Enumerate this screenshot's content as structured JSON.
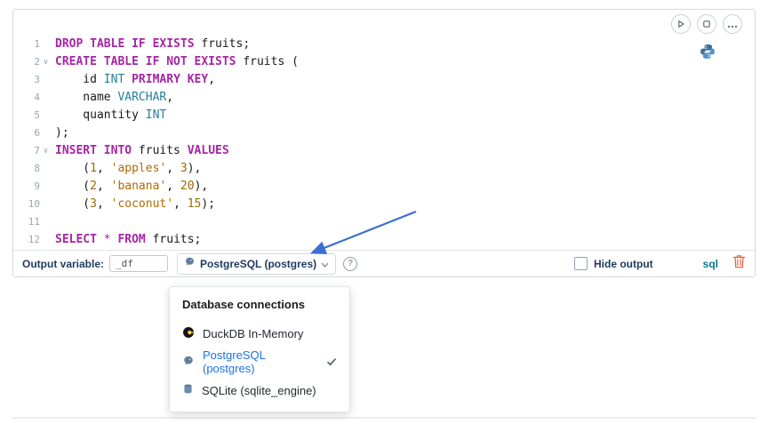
{
  "cell": {
    "buttons": [
      {
        "name": "run-button",
        "icon": "play-icon"
      },
      {
        "name": "interrupt-button",
        "icon": "stop-icon"
      },
      {
        "name": "more-actions-button",
        "icon": "ellipsis-icon"
      }
    ],
    "language_icon": "python-icon",
    "code_lines": [
      {
        "n": "1",
        "fold": false,
        "tokens": [
          {
            "t": "kw",
            "v": "DROP TABLE IF EXISTS"
          },
          {
            "t": "pl",
            "v": " fruits;"
          }
        ]
      },
      {
        "n": "2",
        "fold": true,
        "tokens": [
          {
            "t": "kw",
            "v": "CREATE TABLE IF NOT EXISTS"
          },
          {
            "t": "pl",
            "v": " fruits ("
          }
        ]
      },
      {
        "n": "3",
        "fold": false,
        "tokens": [
          {
            "t": "pl",
            "v": "    id "
          },
          {
            "t": "ty",
            "v": "INT"
          },
          {
            "t": "pl",
            "v": " "
          },
          {
            "t": "kw",
            "v": "PRIMARY KEY"
          },
          {
            "t": "pl",
            "v": ","
          }
        ]
      },
      {
        "n": "4",
        "fold": false,
        "tokens": [
          {
            "t": "pl",
            "v": "    name "
          },
          {
            "t": "ty",
            "v": "VARCHAR"
          },
          {
            "t": "pl",
            "v": ","
          }
        ]
      },
      {
        "n": "5",
        "fold": false,
        "tokens": [
          {
            "t": "pl",
            "v": "    quantity "
          },
          {
            "t": "ty",
            "v": "INT"
          }
        ]
      },
      {
        "n": "6",
        "fold": false,
        "tokens": [
          {
            "t": "pl",
            "v": ");"
          }
        ]
      },
      {
        "n": "7",
        "fold": true,
        "tokens": [
          {
            "t": "kw",
            "v": "INSERT INTO"
          },
          {
            "t": "pl",
            "v": " fruits "
          },
          {
            "t": "kw",
            "v": "VALUES"
          }
        ]
      },
      {
        "n": "8",
        "fold": false,
        "tokens": [
          {
            "t": "pl",
            "v": "    ("
          },
          {
            "t": "nu",
            "v": "1"
          },
          {
            "t": "pl",
            "v": ", "
          },
          {
            "t": "st",
            "v": "'apples'"
          },
          {
            "t": "pl",
            "v": ", "
          },
          {
            "t": "nu",
            "v": "3"
          },
          {
            "t": "pl",
            "v": "),"
          }
        ]
      },
      {
        "n": "9",
        "fold": false,
        "tokens": [
          {
            "t": "pl",
            "v": "    ("
          },
          {
            "t": "nu",
            "v": "2"
          },
          {
            "t": "pl",
            "v": ", "
          },
          {
            "t": "st",
            "v": "'banana'"
          },
          {
            "t": "pl",
            "v": ", "
          },
          {
            "t": "nu",
            "v": "20"
          },
          {
            "t": "pl",
            "v": "),"
          }
        ]
      },
      {
        "n": "10",
        "fold": false,
        "tokens": [
          {
            "t": "pl",
            "v": "    ("
          },
          {
            "t": "nu",
            "v": "3"
          },
          {
            "t": "pl",
            "v": ", "
          },
          {
            "t": "st",
            "v": "'coconut'"
          },
          {
            "t": "pl",
            "v": ", "
          },
          {
            "t": "nu",
            "v": "15"
          },
          {
            "t": "pl",
            "v": ");"
          }
        ]
      },
      {
        "n": "11",
        "fold": false,
        "tokens": []
      },
      {
        "n": "12",
        "fold": false,
        "tokens": [
          {
            "t": "kw",
            "v": "SELECT"
          },
          {
            "t": "pl",
            "v": " "
          },
          {
            "t": "op",
            "v": "*"
          },
          {
            "t": "pl",
            "v": " "
          },
          {
            "t": "kw",
            "v": "FROM"
          },
          {
            "t": "pl",
            "v": " fruits;"
          }
        ]
      }
    ]
  },
  "footer": {
    "output_variable_label": "Output variable:",
    "output_variable_value": "_df",
    "connection_selected": "PostgreSQL (postgres)",
    "hide_output_label": "Hide output",
    "language_badge": "sql"
  },
  "menu": {
    "title": "Database connections",
    "items": [
      {
        "label": "DuckDB In-Memory",
        "icon": "duckdb-icon",
        "selected": false
      },
      {
        "label": "PostgreSQL (postgres)",
        "icon": "postgresql-icon",
        "selected": true
      },
      {
        "label": "SQLite (sqlite_engine)",
        "icon": "sqlite-icon",
        "selected": false
      }
    ]
  },
  "colors": {
    "keyword": "#a626a4",
    "type": "#267f99",
    "string": "#b26a00",
    "number": "#9a6a00",
    "selected_item": "#1a73e8",
    "trash": "#ee5b35",
    "arrow": "#3b6fd4",
    "footer_label": "#1f3a5f",
    "language_badge": "#0e7490"
  }
}
